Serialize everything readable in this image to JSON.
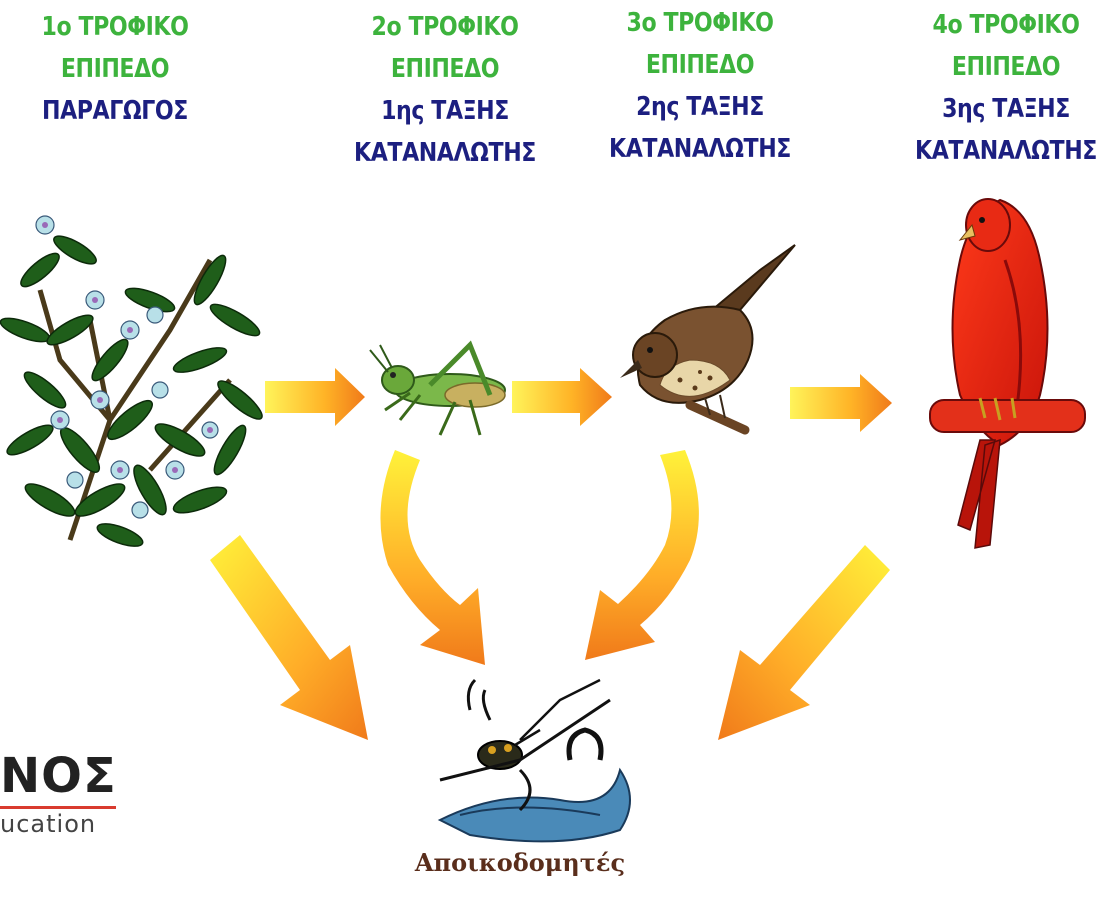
{
  "levels": [
    {
      "title": "1ο ΤΡΟΦΙΚΟ",
      "subtitle": "ΕΠΙΠΕΔΟ",
      "role1": "ΠΑΡΑΓΩΓΟΣ",
      "role2": ""
    },
    {
      "title": "2ο ΤΡΟΦΙΚΟ",
      "subtitle": "ΕΠΙΠΕΔΟ",
      "role1": "1ης ΤΑΞΗΣ",
      "role2": "ΚΑΤΑΝΑΛΩΤΗΣ"
    },
    {
      "title": "3ο ΤΡΟΦΙΚΟ",
      "subtitle": "ΕΠΙΠΕΔΟ",
      "role1": "2ης ΤΑΞΗΣ",
      "role2": "ΚΑΤΑΝΑΛΩΤΗΣ"
    },
    {
      "title": "4ο ΤΡΟΦΙΚΟ",
      "subtitle": "ΕΠΙΠΕΔΟ",
      "role1": "3ης ΤΑΞΗΣ",
      "role2": "ΚΑΤΑΝΑΛΩΤΗΣ"
    }
  ],
  "decomposers": {
    "label": "Αποικοδομητές"
  },
  "logo": {
    "text": "ΝΟΣ",
    "subtext": "ucation"
  },
  "colors": {
    "level_title": "#3db33d",
    "role_text": "#1c1f80",
    "arrow_start": "#fff23a",
    "arrow_end": "#f07a1a",
    "decomposer_label": "#5a2e1c"
  },
  "icons": [
    "plant-icon",
    "grasshopper-icon",
    "bird-icon",
    "hawk-icon",
    "decomposers-icon"
  ]
}
